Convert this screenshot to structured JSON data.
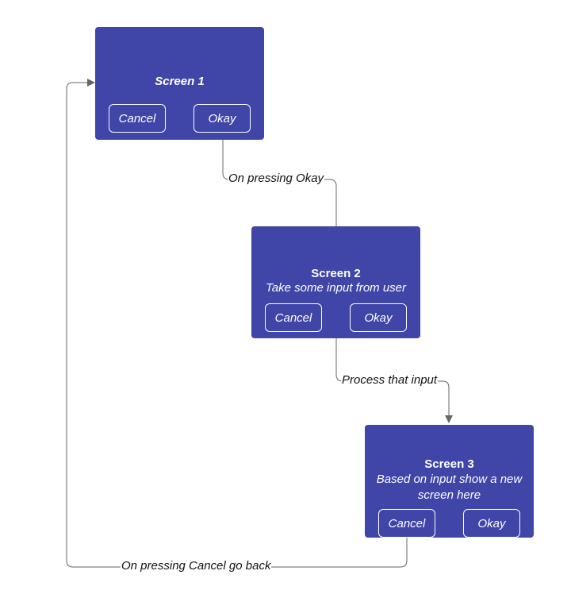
{
  "screens": [
    {
      "title": "Screen 1",
      "subtitle": "",
      "cancel_label": "Cancel",
      "okay_label": "Okay"
    },
    {
      "title": "Screen 2",
      "subtitle": "Take some input from user",
      "cancel_label": "Cancel",
      "okay_label": "Okay"
    },
    {
      "title": "Screen 3",
      "subtitle": "Based on input show a new screen here",
      "cancel_label": "Cancel",
      "okay_label": "Okay"
    }
  ],
  "edges": [
    {
      "label": "On pressing Okay"
    },
    {
      "label": "Process that input"
    },
    {
      "label": "On pressing Cancel go back"
    }
  ],
  "colors": {
    "card_fill": "#4045a8",
    "connector": "#666666"
  }
}
